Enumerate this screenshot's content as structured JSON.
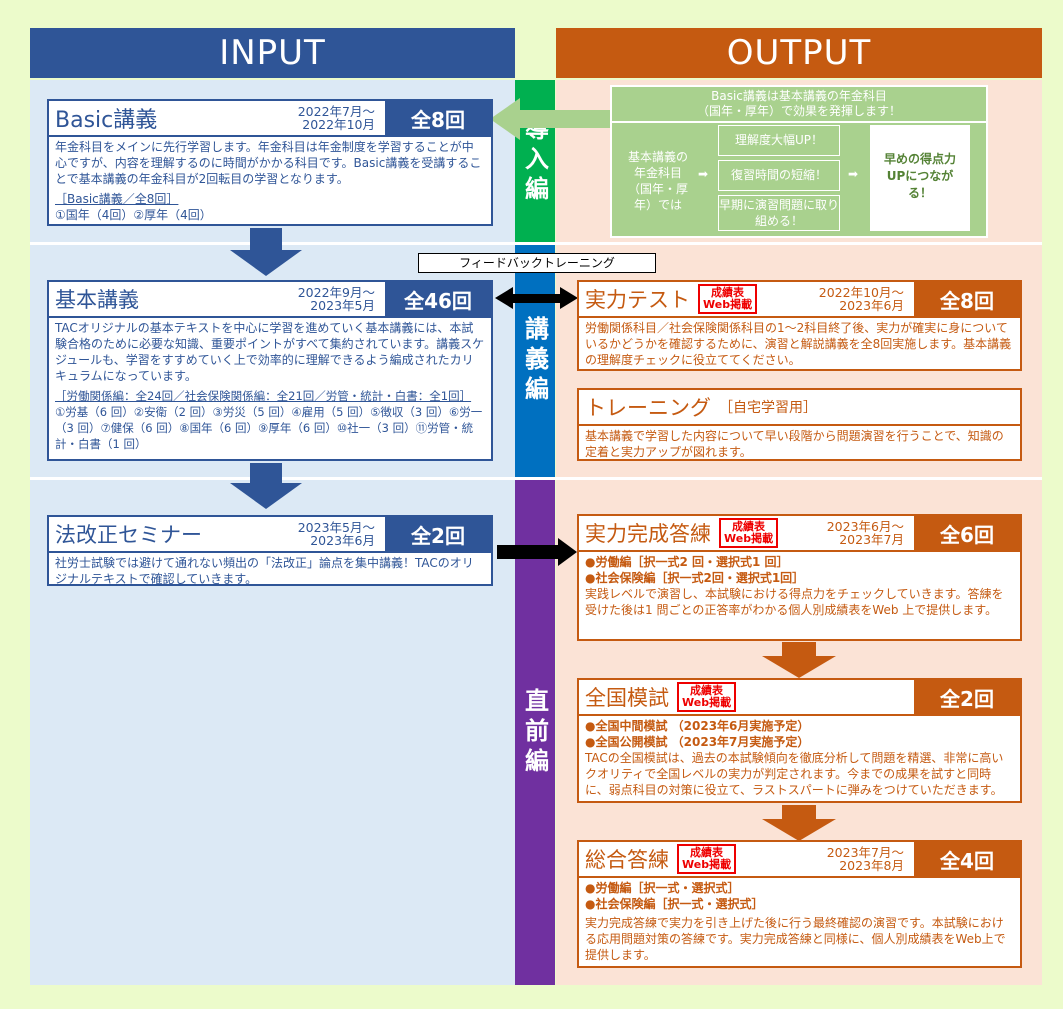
{
  "headers": {
    "input": "INPUT",
    "output": "OUTPUT"
  },
  "phases": {
    "intro": "導入編",
    "lecture": "講義編",
    "final": "直前編"
  },
  "feedback_label": "フィードバックトレーニング",
  "colors": {
    "input": "#2f5597",
    "output": "#c55a11",
    "intro": "#00b050",
    "lecture": "#0070c0",
    "final": "#7030a0",
    "badge": "#ee0000"
  },
  "green_box": {
    "title1": "Basic講義は基本講義の年金科目",
    "title2": "（国年・厚年）で効果を発揮します！",
    "left": "基本講義の年金科目（国年・厚年）では",
    "items": [
      "理解度大幅UP！",
      "復習時間の短縮！",
      "早期に演習問題に取り組める！"
    ],
    "result": "早めの得点力UPにつながる！"
  },
  "input": [
    {
      "title": "Basic講義",
      "date1": "2022年7月～",
      "date2": "2022年10月",
      "count": "全8回",
      "body": "年金科目をメインに先行学習します。年金科目は年金制度を学習することが中心ですが、内容を理解するのに時間がかかる科目です。Basic講義を受講することで基本講義の年金科目が2回転目の学習となります。",
      "sub": "［Basic講義／全8回］",
      "items": "①国年（4回）②厚年（4回）"
    },
    {
      "title": "基本講義",
      "date1": "2022年9月～",
      "date2": "2023年5月",
      "count": "全46回",
      "body": "TACオリジナルの基本テキストを中心に学習を進めていく基本講義には、本試験合格のために必要な知識、重要ポイントがすべて集約されています。講義スケジュールも、学習をすすめていく上で効率的に理解できるよう編成されたカリキュラムになっています。",
      "sub": "［労働関係編：全24回／社会保険関係編：全21回／労管・統計・白書：全1回］",
      "items": "①労基（6 回）②安衛（2 回）③労災（5 回）④雇用（5 回）⑤徴収（3 回）⑥労一（3 回）⑦健保（6 回）⑧国年（6 回）⑨厚年（6 回）⑩社一（3 回）⑪労管・統計・白書（1 回）"
    },
    {
      "title": "法改正セミナー",
      "date1": "2023年5月～",
      "date2": "2023年6月",
      "count": "全2回",
      "body": "社労士試験では避けて通れない頻出の「法改正」論点を集中講義！TACのオリジナルテキストで確認していきます。"
    }
  ],
  "badge": {
    "line1": "成績表",
    "line2": "Web掲載"
  },
  "output": [
    {
      "title": "実力テスト",
      "date1": "2022年10月～",
      "date2": "2023年6月",
      "count": "全8回",
      "body": "労働関係科目／社会保険関係科目の1～2科目終了後、実力が確実に身についているかどうかを確認するために、演習と解説講義を全8回実施します。基本講義の理解度チェックに役立ててください。"
    },
    {
      "title": "トレーニング",
      "suffix": "［自宅学習用］",
      "body": "基本講義で学習した内容について早い段階から問題演習を行うことで、知識の定着と実力アップが図れます。"
    },
    {
      "title": "実力完成答練",
      "date1": "2023年6月～",
      "date2": "2023年7月",
      "count": "全6回",
      "b1": "●労働編［択一式2 回・選択式1 回］",
      "b2": "●社会保険編［択一式2回・選択式1回］",
      "body": "実践レベルで演習し、本試験における得点力をチェックしていきます。答練を受けた後は1 問ごとの正答率がわかる個人別成績表をWeb 上で提供します。"
    },
    {
      "title": "全国模試",
      "count": "全2回",
      "b1": "●全国中間模試 （2023年6月実施予定）",
      "b2": "●全国公開模試 （2023年7月実施予定）",
      "body": "TACの全国模試は、過去の本試験傾向を徹底分析して問題を精選、非常に高いクオリティで全国レベルの実力が判定されます。今までの成果を試すと同時に、弱点科目の対策に役立て、ラストスパートに弾みをつけていただきます。"
    },
    {
      "title": "総合答練",
      "date1": "2023年7月～",
      "date2": "2023年8月",
      "count": "全4回",
      "b1": "●労働編［択一式・選択式］",
      "b2": "●社会保険編［択一式・選択式］",
      "body": "実力完成答練で実力を引き上げた後に行う最終確認の演習です。本試験における応用問題対策の答練です。実力完成答練と同様に、個人別成績表をWeb上で提供します。"
    }
  ]
}
